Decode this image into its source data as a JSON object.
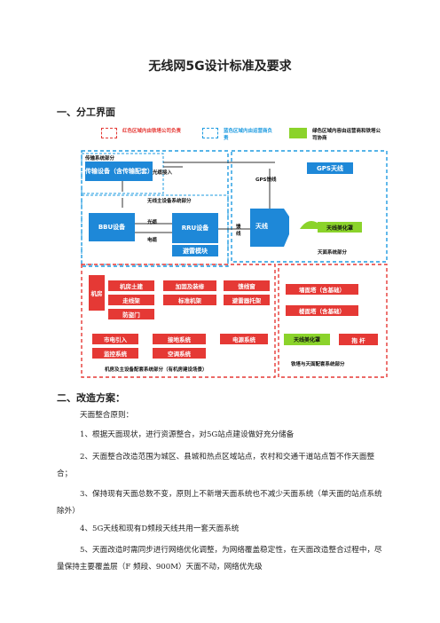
{
  "doc": {
    "title": "无线网5G设计标准及要求",
    "section1": "一、分工界面",
    "section2": "二、改造方案：",
    "principle_heading": "天面整合原则：",
    "paragraphs": [
      "1、根据天面现状，进行资源整合，对5G站点建设做好充分储备",
      "2、天面整合改造范围为城区、县城和热点区域站点，农村和交通干道站点暂不作天面整合；",
      "3、保持现有天面总数不变，原则上不新增天面系统也不减少天面系统（单天面的站点系统除外）",
      "4、5G天线和现有D频段天线共用一套天面系统",
      "5、天面改造时需同步进行网络优化调整，为网络覆盖稳定性，在天面改造整合过程中，尽量保持主要覆盖层（F 频段、900M）天面不动，网络优先级"
    ]
  },
  "diagram": {
    "legend": {
      "red": "红色区域内由铁塔公司负责",
      "blue": "蓝色区域内由运营商负责",
      "green": "绿色区域内容由运营商和铁塔公司协商"
    },
    "transmission_part": "传输系统部分",
    "transmission_equipment": "传输设备（含传输配套）",
    "fiber_access": "光缆接入",
    "gps_antenna": "GPS天线",
    "gps_feeder": "GPS馈线",
    "wireless_main_part": "无线主设备系统部分",
    "bbu": "BBU设备",
    "fiber": "光缆",
    "cable": "电缆",
    "rru": "RRU设备",
    "surge": "避雷模块",
    "feeder": "馈线",
    "antenna": "天线",
    "antenna_cover": "天线美化罩",
    "antenna_part": "天面系统部分",
    "room_label": "机房",
    "room_items": [
      "机房土建",
      "加固及装修",
      "馈线窗",
      "走线架",
      "标准机架",
      "避雷器托架",
      "防盗门"
    ],
    "power_items": [
      "市电引入",
      "接地系统",
      "电源系统",
      "监控系统",
      "空调系统"
    ],
    "room_part": "机房及主设备配套系统部分（有机房建设场景）",
    "tower_items": [
      "墙面塔（含基础）",
      "楼面塔（含基础）",
      "天线美化罩",
      "抱  杆"
    ],
    "tower_part": "铁塔与天面配套系统部分"
  }
}
